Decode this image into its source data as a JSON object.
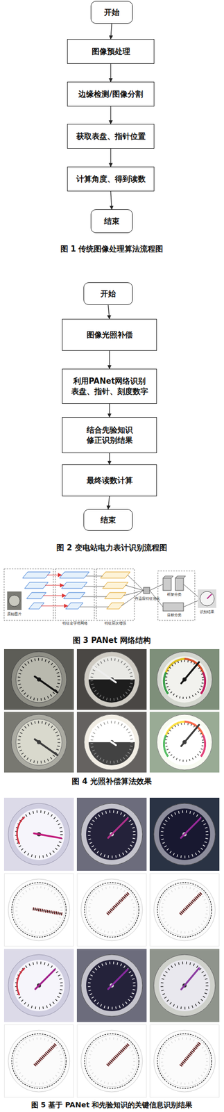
{
  "diagram": {
    "nodes": [
      {
        "text": [
          "开始"
        ]
      },
      {
        "text": [
          "图像预处理"
        ]
      },
      {
        "text": [
          "边缘检测/图像分割"
        ]
      },
      {
        "text": [
          "获取表盘、指针位置"
        ]
      },
      {
        "text": [
          "计算角度、得到读数"
        ]
      },
      {
        "text": [
          "结束"
        ]
      },
      {
        "text": [
          "开始"
        ]
      },
      {
        "text": [
          "图像光照补偿"
        ]
      },
      {
        "text": [
          "利用PANet网络识别 表盘、指针、刻度数字"
        ]
      },
      {
        "text": [
          "结合先验知识 修正识别结果"
        ]
      },
      {
        "text": [
          "最终读数计算"
        ]
      },
      {
        "text": [
          "结束"
        ]
      }
    ],
    "edges": [
      {
        "from": 0,
        "to": 1,
        "arrow": "to"
      },
      {
        "from": 1,
        "to": 2,
        "arrow": "to"
      },
      {
        "from": 2,
        "to": 3,
        "arrow": "to"
      },
      {
        "from": 3,
        "to": 4,
        "arrow": "to"
      },
      {
        "from": 4,
        "to": 5,
        "arrow": "to"
      },
      {
        "from": 6,
        "to": 7,
        "arrow": "to"
      },
      {
        "from": 7,
        "to": 8,
        "arrow": "to"
      },
      {
        "from": 8,
        "to": 9,
        "arrow": "to"
      },
      {
        "from": 9,
        "to": 10,
        "arrow": "to"
      },
      {
        "from": 10,
        "to": 11,
        "arrow": "to"
      }
    ],
    "labels": [
      "图 1 传统图像处理算法流程图",
      "图 2 变电站电力表计识别流程图",
      "原始图片",
      "特征金字塔网络",
      "特征层次增强",
      "自适应特征池化",
      "框架分类",
      "目标分类",
      "识别结果",
      "图 3 PANet 网络结构",
      "图 4 光照补偿算法效果",
      "图 5 基于 PANet 和先验知识的关键信息识别结果"
    ]
  }
}
